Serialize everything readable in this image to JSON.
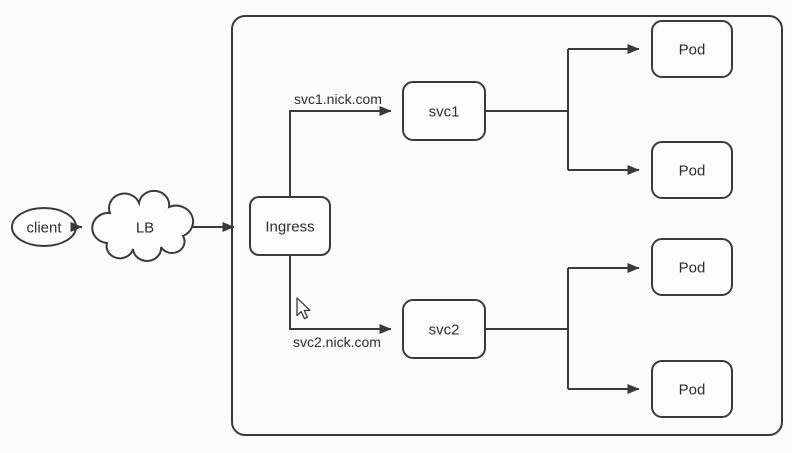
{
  "nodes": {
    "client": "client",
    "lb": "LB",
    "ingress": "Ingress",
    "svc1": "svc1",
    "svc2": "svc2",
    "pods": [
      "Pod",
      "Pod",
      "Pod",
      "Pod"
    ]
  },
  "edge_labels": {
    "svc1_host": "svc1.nick.com",
    "svc2_host": "svc2.nick.com"
  },
  "icons": {
    "cloud": "cloud-shape-icon",
    "cursor": "mouse-cursor-icon"
  },
  "colors": {
    "background": "#fbfbfb",
    "stroke": "#3a3a3a",
    "node_fill": "#fcfcfc",
    "text": "#2e2e2e"
  }
}
